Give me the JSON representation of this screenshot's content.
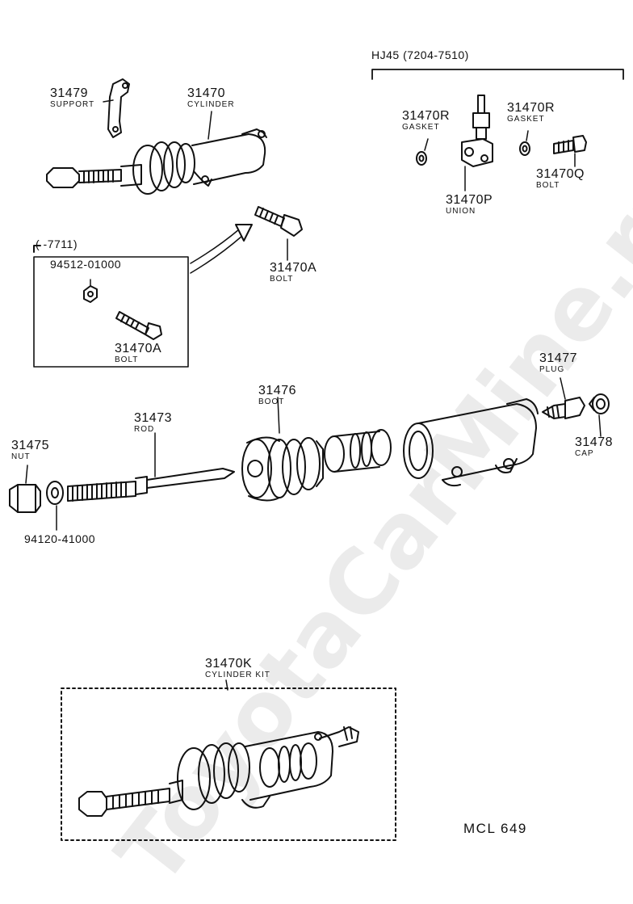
{
  "watermark": "ToyotaCarMine.ru",
  "header_variant": "HJ45   (7204-7510)",
  "inset_range": "(        -7711)",
  "drawing_code": "MCL 649",
  "parts": {
    "p31479": {
      "num": "31479",
      "name": "SUPPORT"
    },
    "p31470": {
      "num": "31470",
      "name": "CYLINDER"
    },
    "p31470R_a": {
      "num": "31470R",
      "name": "GASKET"
    },
    "p31470R_b": {
      "num": "31470R",
      "name": "GASKET"
    },
    "p31470Q": {
      "num": "31470Q",
      "name": "BOLT"
    },
    "p31470P": {
      "num": "31470P",
      "name": "UNION"
    },
    "p31470A_a": {
      "num": "31470A",
      "name": "BOLT"
    },
    "p94512": {
      "num": "94512-01000",
      "name": ""
    },
    "p31470A_b": {
      "num": "31470A",
      "name": "BOLT"
    },
    "p31477": {
      "num": "31477",
      "name": "PLUG"
    },
    "p31476": {
      "num": "31476",
      "name": "BOOT"
    },
    "p31473": {
      "num": "31473",
      "name": "ROD"
    },
    "p31475": {
      "num": "31475",
      "name": "NUT"
    },
    "p31478": {
      "num": "31478",
      "name": "CAP"
    },
    "p94120": {
      "num": "94120-41000",
      "name": ""
    },
    "p31470K": {
      "num": "31470K",
      "name": "CYLINDER KIT"
    }
  }
}
